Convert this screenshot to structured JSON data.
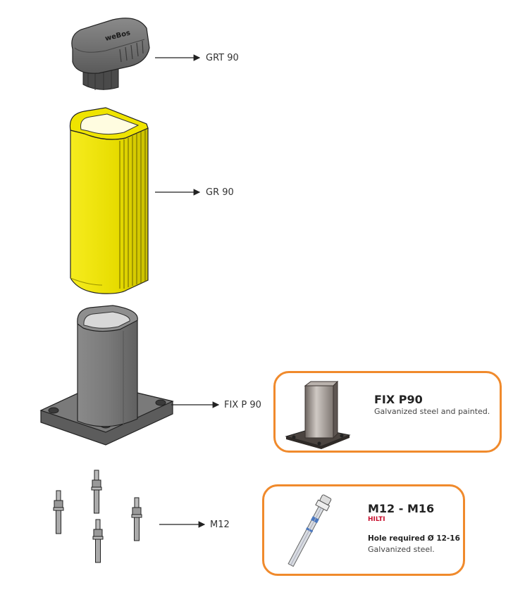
{
  "cap": {
    "logo_text": "weBos",
    "label": "GRT 90"
  },
  "sleeve": {
    "label": "GR 90"
  },
  "post_base": {
    "label": "FIX P 90"
  },
  "bolts": {
    "label": "M12"
  },
  "fix_card": {
    "title": "FIX P90",
    "description": "Galvanized steel and painted."
  },
  "anchor_card": {
    "title": "M12 - M16",
    "brand": "HILTI",
    "requirement": "Hole required Ø 12-16",
    "description": "Galvanized steel."
  },
  "colors": {
    "card_border": "#f08a2c",
    "sleeve_yellow": "#f2e600",
    "cap_grey": "#6e6e6e",
    "steel_grey": "#7a7a7a",
    "brand_red": "#c8102e"
  }
}
